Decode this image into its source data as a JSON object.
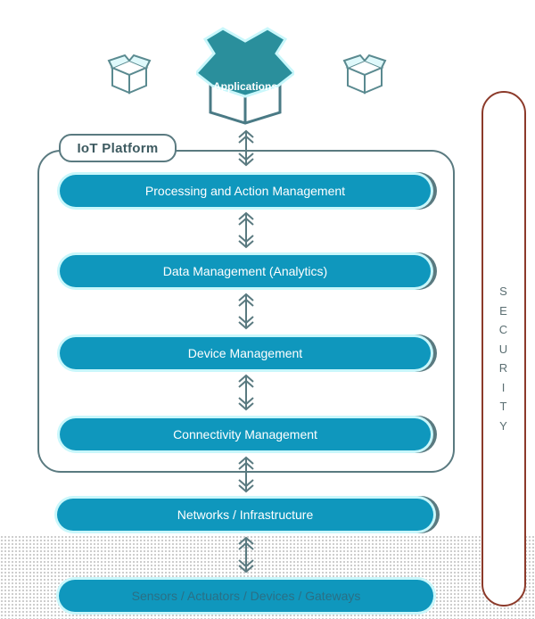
{
  "diagram": {
    "applications_label": "Applications",
    "platform_label": "IoT Platform",
    "layers": [
      "Processing and Action Management",
      "Data Management (Analytics)",
      "Device Management",
      "Connectivity Management"
    ],
    "networks_label": "Networks / Infrastructure",
    "sensors_label": "Sensors / Actuators / Devices / Gateways",
    "security_label": "SECURITY"
  },
  "colors": {
    "bar": "#0f97bd",
    "outline": "#5a7a80",
    "security_border": "#8c3a2a",
    "box_fill": "#2a8f9c"
  }
}
